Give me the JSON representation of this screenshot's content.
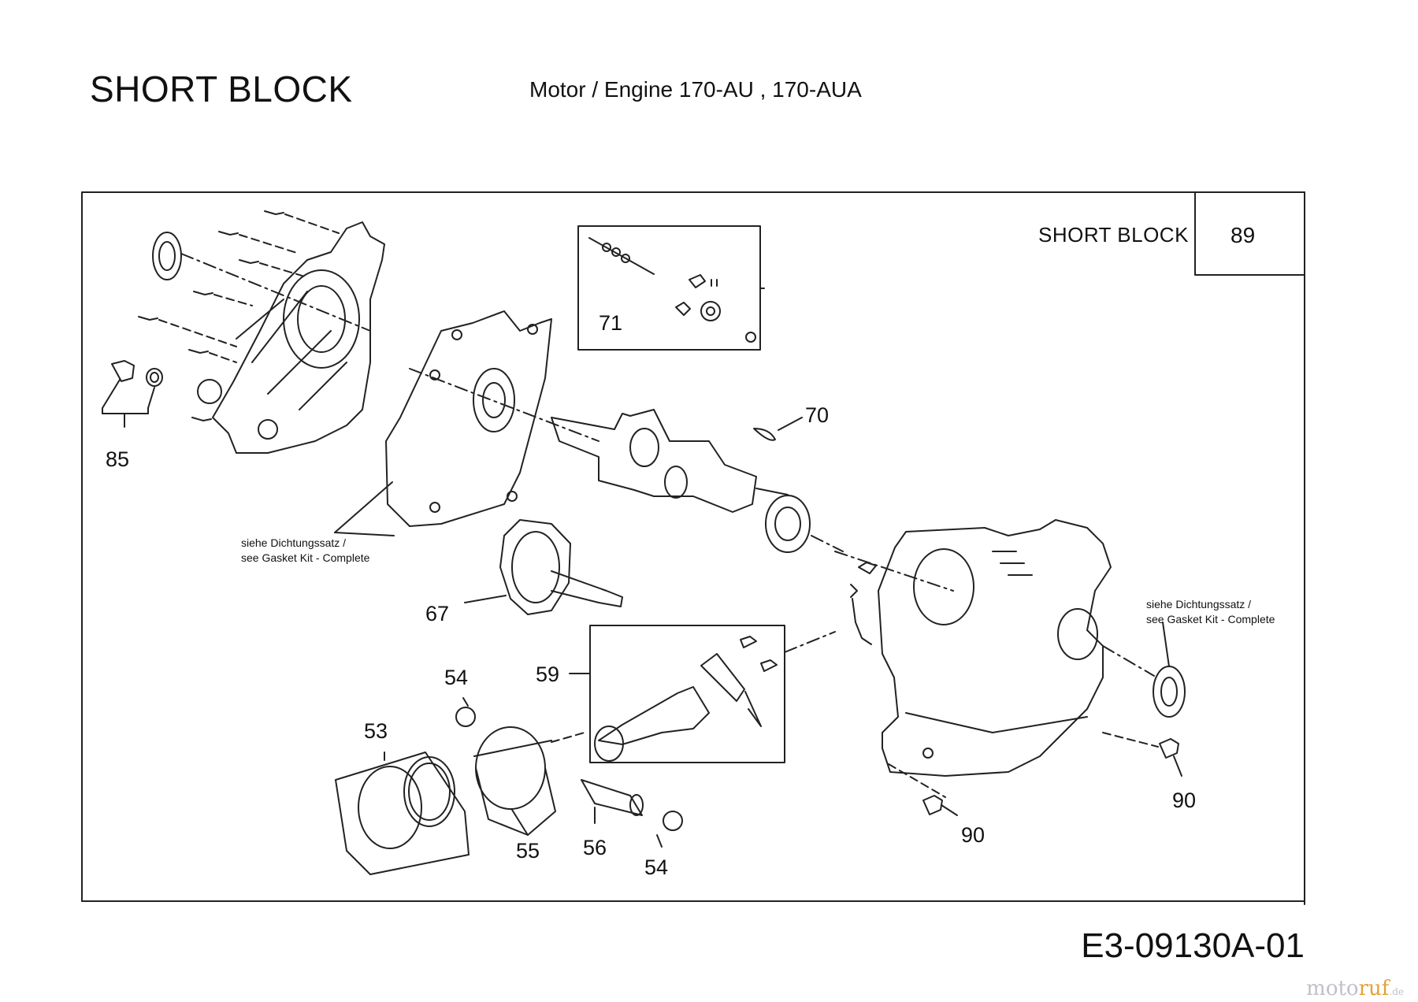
{
  "header": {
    "title": "SHORT BLOCK",
    "subtitle": "Motor / Engine  170-AU  ,  170-AUA"
  },
  "panel": {
    "label": "SHORT BLOCK",
    "number": "89"
  },
  "callouts": [
    "85",
    "71",
    "70",
    "67",
    "59",
    "54",
    "53",
    "55",
    "56",
    "54",
    "90",
    "90"
  ],
  "notes": {
    "gasket_left": "siehe Dichtungssatz /\nsee Gasket Kit - Complete",
    "gasket_right": "siehe Dichtungssatz /\nsee Gasket Kit - Complete"
  },
  "footer": {
    "drawing_code": "E3-09130A-01"
  },
  "watermark": {
    "part1": "moto",
    "part2": "ruf",
    "part3": ".de"
  }
}
